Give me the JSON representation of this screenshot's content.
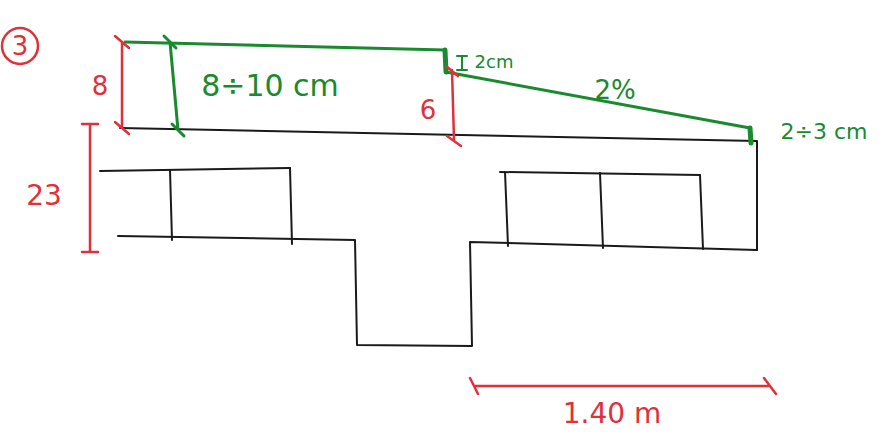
{
  "diagram": {
    "labels": [
      "3",
      "8",
      "23",
      "8÷10 cm",
      "6",
      "2cm",
      "2%",
      "2÷3 cm",
      "1.40 m"
    ]
  }
}
